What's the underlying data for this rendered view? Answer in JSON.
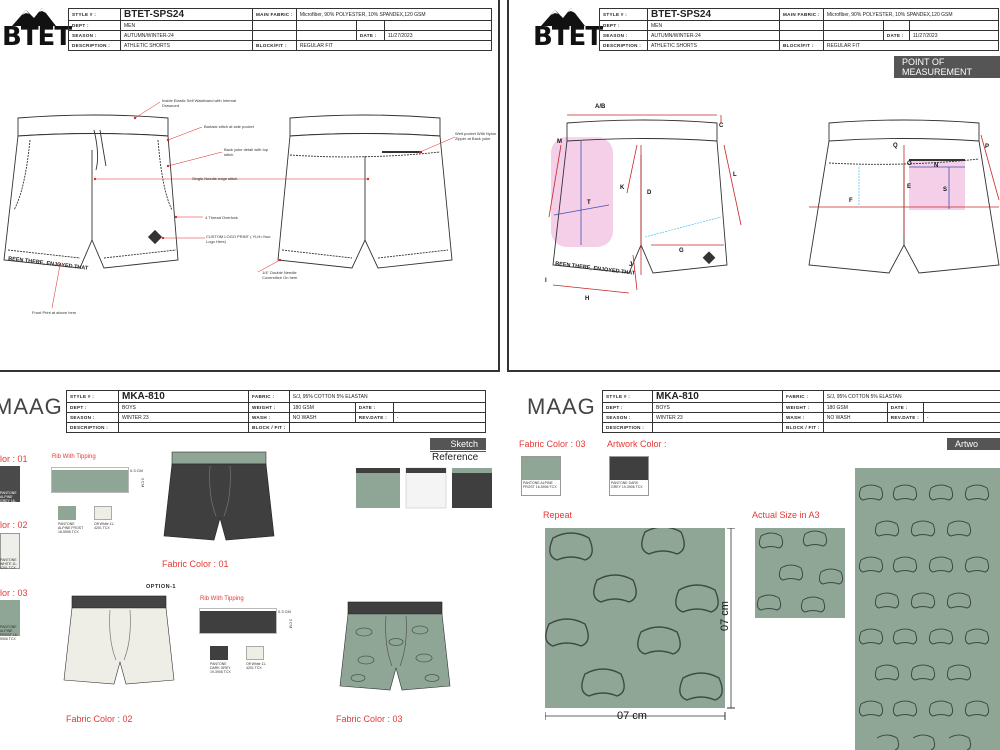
{
  "p1": {
    "logo": "BTET",
    "style_label": "STYLE # :",
    "style_value": "BTET-SPS24",
    "dept_label": "DEPT :",
    "dept_value": "MEN",
    "season_label": "SEASON :",
    "season_value": "AUTUMN/WINTER-24",
    "desc_label": "DESCRIPTION :",
    "desc_value": "ATHLETIC SHORTS",
    "fabric_label": "MAIN FABRIC :",
    "fabric_value": "Microfiber, 90% POLYESTER, 10% SPANDEX,120 GSM",
    "date_label": "DATE :",
    "date_value": "11/27/2023",
    "fit_label": "BLOCK/FIT :",
    "fit_value": "REGULAR FIT",
    "annotations": {
      "waistband": "Inside Elastic Self Waistband with Internal Drawcord",
      "bartack": "Bartack stitch at side pocket",
      "backyoke": "Back yoke detail with top stitch",
      "zipper": "Welt pocket With Nylon Zipper at Back yoke",
      "single": "Single Needle edge stitch",
      "overlock": "4 Thread Overlock",
      "logo": "CUSTOM LOGO PRINT ( YLH=Your Logo Here)",
      "double": "1/4\" Double Needle Coverstitch On hem",
      "front_print": "Front Print at above hem"
    },
    "print_text": "BEEN THERE, ENJOYED THAT"
  },
  "p2": {
    "logo": "BTET",
    "style_label": "STYLE # :",
    "style_value": "BTET-SPS24",
    "dept_label": "DEPT :",
    "dept_value": "MEN",
    "season_label": "SEASON :",
    "season_value": "AUTUMN/WINTER-24",
    "desc_label": "DESCRIPTION :",
    "desc_value": "ATHLETIC SHORTS",
    "fabric_label": "MAIN FABRIC :",
    "fabric_value": "Microfiber, 90% POLYESTER, 10% SPANDEX,120 GSM",
    "date_label": "DATE :",
    "date_value": "11/27/2023",
    "fit_label": "BLOCK/FIT :",
    "fit_value": "REGULAR FIT",
    "pom_tab": "POINT OF MEASUREMENT",
    "labels": [
      "A/B",
      "C",
      "M",
      "L",
      "K",
      "D",
      "T",
      "G",
      "J",
      "H",
      "I",
      "O",
      "N",
      "Q",
      "P",
      "E",
      "S",
      "F"
    ],
    "print_text": "BEEN THERE, ENJOYED THAT"
  },
  "p3": {
    "logo": "MAAG",
    "style_label": "STYLE # :",
    "style_value": "MKA-810",
    "dept_label": "DEPT :",
    "dept_value": "BOYS",
    "season_label": "SEASON :",
    "season_value": "WINTER 23",
    "desc_label": "DESCRIPTION :",
    "fabric_label": "FABRIC :",
    "fabric_value": "S/J, 95% COTTON 5% ELASTAN",
    "weight_label": "WEIGHT :",
    "weight_value": "180 GSM",
    "wash_label": "WASH :",
    "wash_value": "NO WASH",
    "fit_label": "BLOCK / FIT :",
    "date_label": "DATE :",
    "revdate_label": "REV.DATE :",
    "revdate_value": "-",
    "sketch_tab": "Sketch",
    "reference": "Reference",
    "color01": "lor : 01",
    "color02": "lor : 02",
    "color03": "lor : 03",
    "sw1_cap": "PANTONE ALPINE GREY 16-5906 TCX",
    "sw2_cap": "PANTONE WHITE 11-4201 TCX",
    "sw3_cap": "PANTONE ALPINE FROST 16-5906 TCX",
    "rib1": "Rib With Tipping",
    "rib2": "Rib With Tipping",
    "rib_w": "0.3 CM",
    "rib_h": "3 CM",
    "rib_sw_a": "PANTONE ALPINE FROST 16-5906 TCX",
    "rib_sw_b": "Off White 11-4201 TCX",
    "rib2_sw_a": "PANTONE DARK GREY 19-3906 TCX",
    "rib2_sw_b": "Off White 11-4201 TCX",
    "option": "OPTION-1",
    "fc01": "Fabric Color : 01",
    "fc02": "Fabric Color : 02",
    "fc03": "Fabric Color : 03"
  },
  "p4": {
    "logo": "MAAG",
    "style_label": "STYLE # :",
    "style_value": "MKA-810",
    "dept_label": "DEPT :",
    "dept_value": "BOYS",
    "season_label": "SEASON :",
    "season_value": "WINTER 23",
    "desc_label": "DESCRIPTION :",
    "fabric_label": "FABRIC :",
    "fabric_value": "S/J, 95% COTTON 5% ELASTAN",
    "weight_label": "WEIGHT :",
    "weight_value": "180 GSM",
    "wash_label": "WASH :",
    "wash_value": "NO WASH",
    "fit_label": "BLOCK / FIT :",
    "date_label": "DATE :",
    "revdate_label": "REV.DATE :",
    "revdate_value": "-",
    "artwork_tab": "Artwo",
    "fabric_color": "Fabric Color : 03",
    "artwork_color": "Artwork Color :",
    "sw_a_cap": "PANTONE ALPINE FROST 16-5906 TCX",
    "sw_b_cap": "PANTONE DARK GREY 19-3906 TCX",
    "repeat": "Repeat",
    "actual": "Actual Size in A3",
    "dim_h": "07 cm",
    "dim_w": "07 cm"
  },
  "colors": {
    "sage": "#8fa596",
    "dark": "#3f3f3f",
    "red": "#e53935",
    "pink": "#f3c6e3"
  }
}
